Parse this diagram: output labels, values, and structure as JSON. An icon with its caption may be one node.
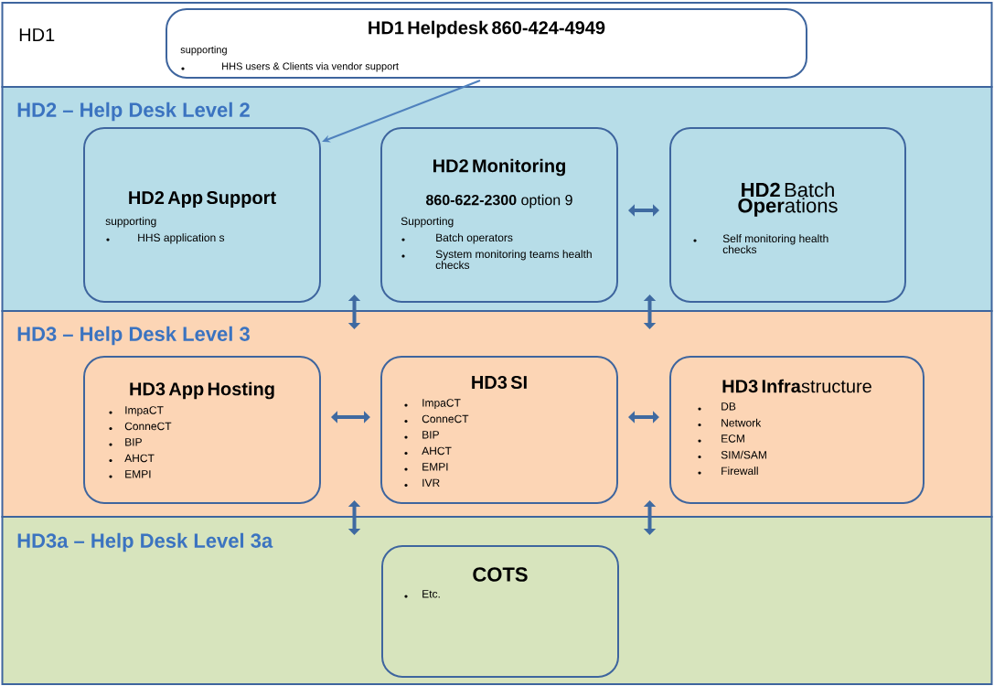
{
  "diagram": {
    "nodes": [
      {
        "text": [
          "HD1"
        ]
      },
      {
        "text": [
          "HD1 Helpdesk 860-424-4949",
          "supporting",
          "HHS users & Clients via vendor  support"
        ],
        "in": 0
      },
      {
        "text": [
          "HD2 – Help Desk Level 2"
        ]
      },
      {
        "text": [
          "HD2 App Support",
          "supporting",
          "HHS application s"
        ],
        "in": 2
      },
      {
        "text": [
          "HD2 Monitoring",
          "**860-622-2300** option 9",
          "Supporting",
          "Batch operators",
          "System monitoring  teams health checks"
        ],
        "in": 2
      },
      {
        "text": [
          "**HD2** Batch **Oper**ations",
          "Self monitoring  health checks"
        ],
        "in": 2
      },
      {
        "text": [
          "HD3 – Help Desk Level 3"
        ]
      },
      {
        "text": [
          "HD3 App Hosting",
          "ImpaCT",
          "ConneCT",
          "BIP",
          "AHCT",
          "EMPI"
        ],
        "in": 6
      },
      {
        "text": [
          "HD3 SI",
          "ImpaCT",
          "ConneCT",
          "BIP",
          "AHCT",
          "EMPI",
          "IVR"
        ],
        "in": 6
      },
      {
        "text": [
          "**HD3 Infra**structure",
          "DB",
          "Network",
          "ECM",
          "SIM/SAM",
          "Firewall"
        ],
        "in": 6
      },
      {
        "text": [
          "HD3a – Help Desk Level 3a"
        ]
      },
      {
        "text": [
          "COTS",
          "Etc."
        ],
        "in": 10
      }
    ],
    "edges": [
      {
        "from": 1,
        "to": 3,
        "arrow": "to",
        "color": "#4f81bd"
      },
      {
        "from": 4,
        "to": 5,
        "arrow": "both"
      },
      {
        "from": 2,
        "to": 6,
        "arrow": "both"
      },
      {
        "from": 2,
        "to": 6,
        "arrow": "both"
      },
      {
        "from": 7,
        "to": 8,
        "arrow": "both"
      },
      {
        "from": 8,
        "to": 9,
        "arrow": "both"
      },
      {
        "from": 6,
        "to": 10,
        "arrow": "both"
      },
      {
        "from": 6,
        "to": 10,
        "arrow": "both"
      }
    ]
  }
}
